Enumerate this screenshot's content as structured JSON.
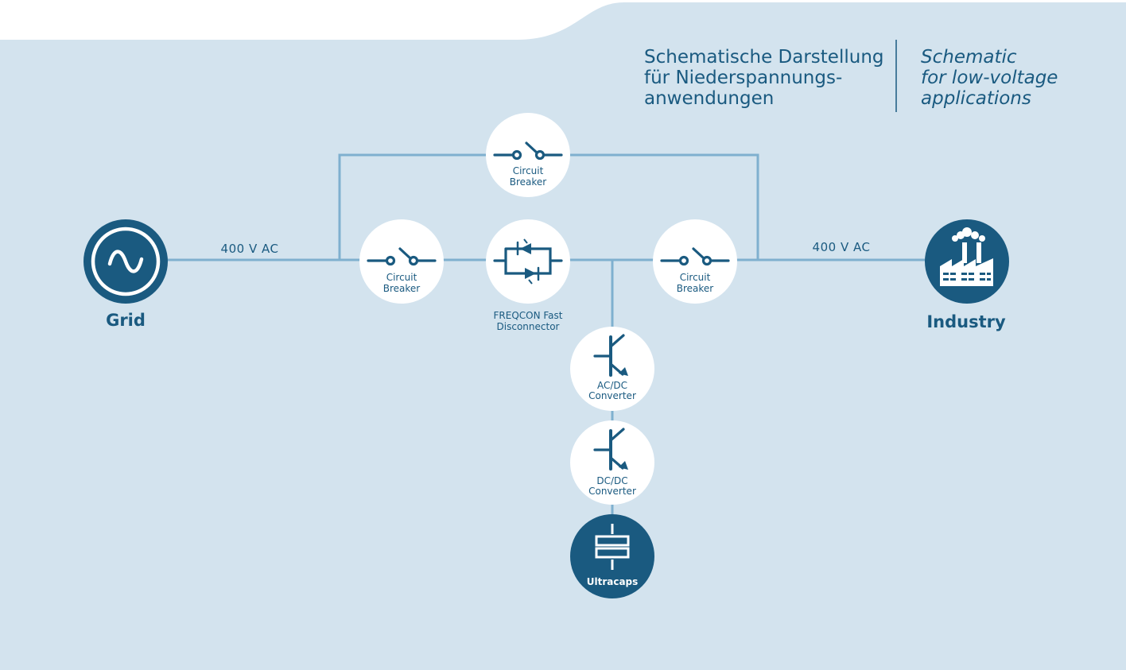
{
  "title": {
    "de_lines": [
      "Schematische Darstellung",
      "für Niederspannungs-",
      "anwendungen"
    ],
    "en_lines": [
      "Schematic",
      "for low-voltage",
      "applications"
    ]
  },
  "grid": {
    "label": "Grid",
    "voltage": "400 V AC"
  },
  "industry": {
    "label": "Industry",
    "voltage": "400 V AC"
  },
  "nodes": {
    "breaker_top": [
      "Circuit",
      "Breaker"
    ],
    "breaker_left": [
      "Circuit",
      "Breaker"
    ],
    "breaker_right": [
      "Circuit",
      "Breaker"
    ],
    "fast_disconnector": [
      "FREQCON Fast",
      "Disconnector"
    ],
    "acdc": [
      "AC/DC",
      "Converter"
    ],
    "dcdc": [
      "DC/DC",
      "Converter"
    ],
    "ultracaps": "Ultracaps"
  },
  "colors": {
    "background": "#d3e3ee",
    "primary": "#1a5a80",
    "wire": "#7fb0cf",
    "node_fill": "#ffffff"
  },
  "icons": {
    "grid": "sine-wave-icon",
    "industry": "factory-icon",
    "breaker": "switch-icon",
    "disconnector": "thyristor-pair-icon",
    "converter": "transistor-icon",
    "ultracaps": "capacitor-icon"
  }
}
